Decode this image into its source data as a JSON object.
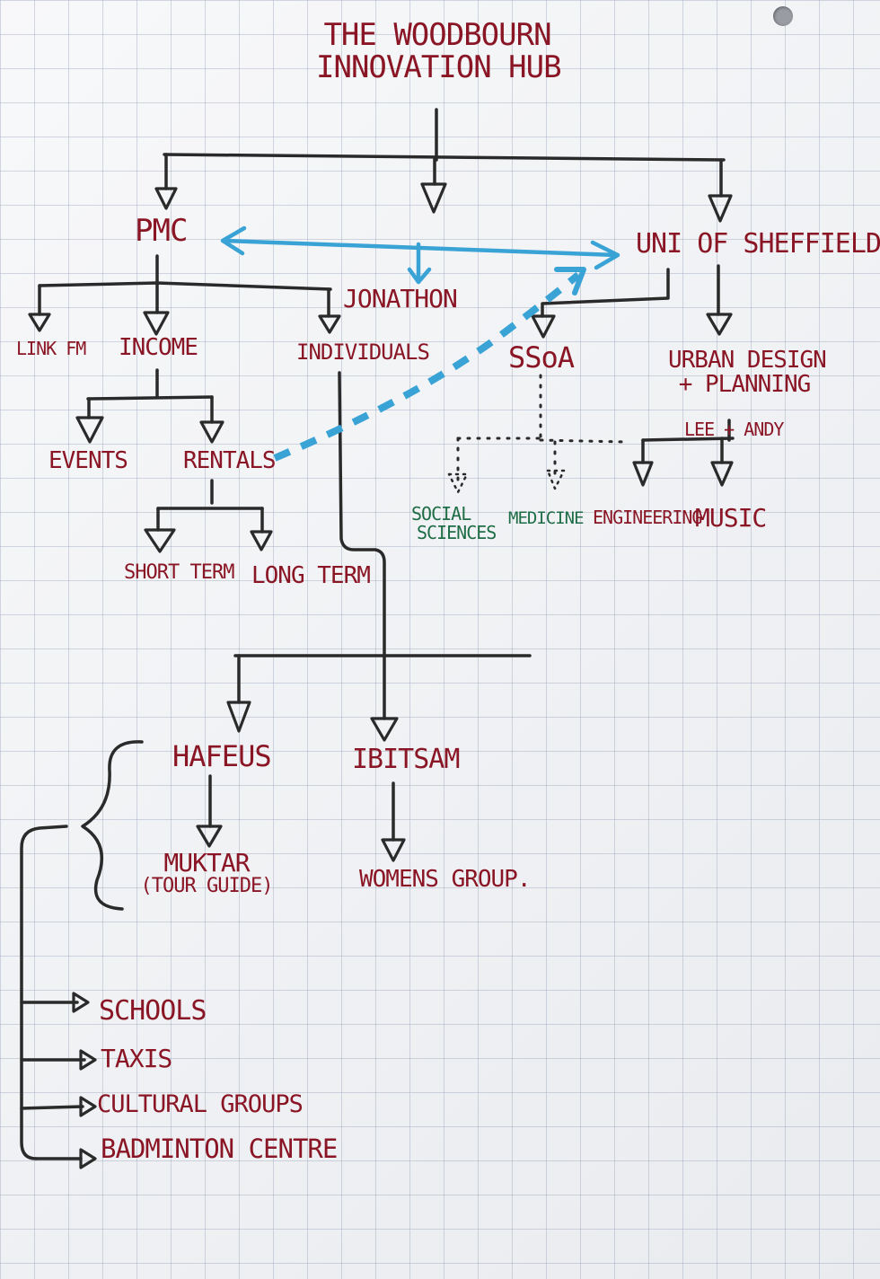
{
  "colors": {
    "ink_red": "#8a1625",
    "ink_black": "#2a2a2a",
    "ink_blue": "#3aa3d6",
    "ink_green": "#1f6d46",
    "paper": "#f4f5f7",
    "grid": "#a0aabe"
  },
  "diagram": {
    "title_line1": "THE WOODBOURN",
    "title_line2": "INNOVATION HUB",
    "nodes": {
      "pmc": "PMC",
      "uni": "UNI OF SHEFFIELD",
      "jonathon": "JONATHON",
      "linkfm": "LINK FM",
      "income": "INCOME",
      "individuals": "INDIVIDUALS",
      "ssoa": "SSoA",
      "urban_line1": "URBAN DESIGN",
      "urban_line2": "+ PLANNING",
      "lee_andy": "LEE + ANDY",
      "events": "EVENTS",
      "rentals": "RENTALS",
      "social_line1": "SOCIAL",
      "social_line2": "SCIENCES",
      "medicine": "MEDICINE",
      "engineering": "ENGINEERING",
      "music": "MUSIC",
      "short_term": "SHORT TERM",
      "long_term": "LONG TERM",
      "hafeus": "HAFEUS",
      "ibitsam": "IBITSAM",
      "muktar_line1": "MUKTAR",
      "muktar_line2": "(TOUR GUIDE)",
      "womens_group": "WOMENS GROUP.",
      "schools": "SCHOOLS",
      "taxis": "TAXIS",
      "cultural_groups": "CULTURAL GROUPS",
      "badminton_centre": "BADMINTON CENTRE"
    }
  }
}
